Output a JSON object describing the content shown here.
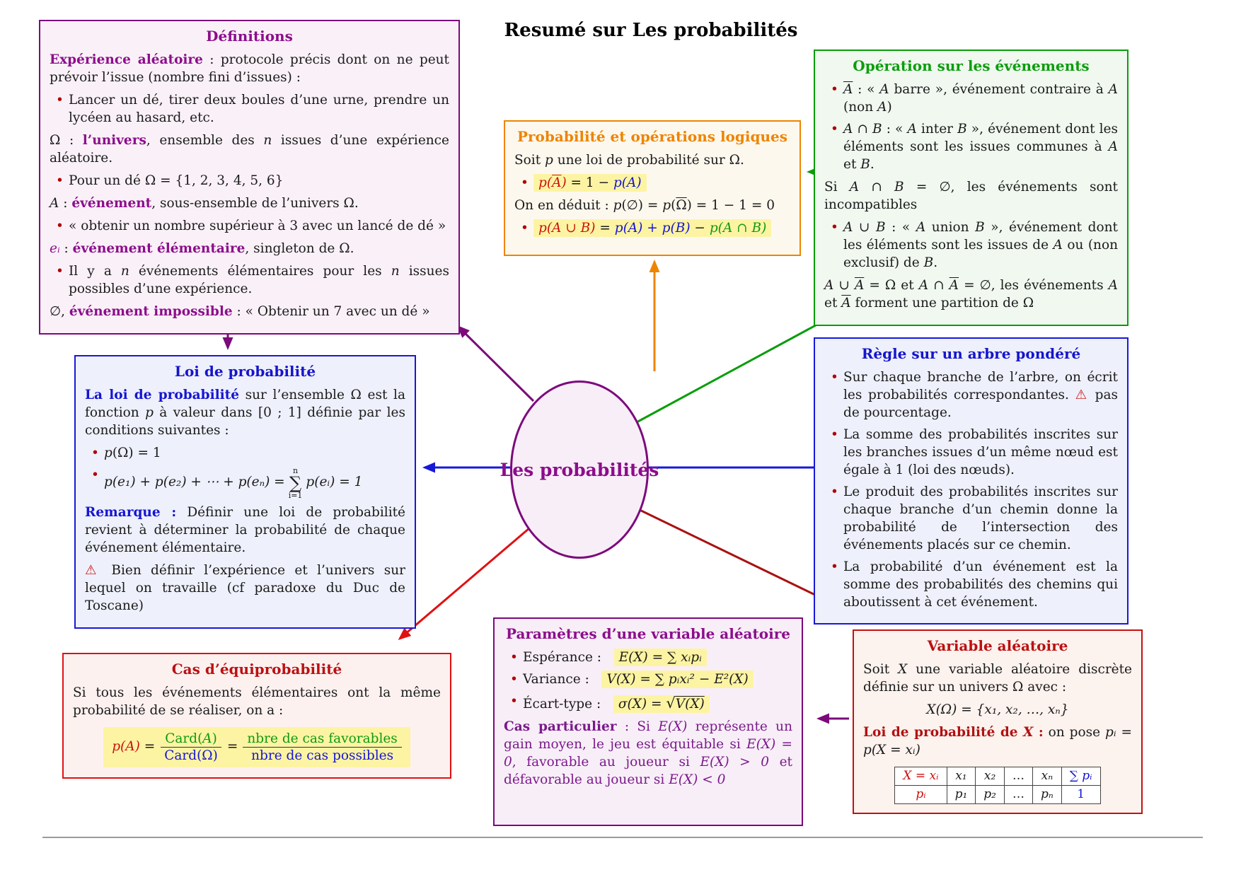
{
  "page": {
    "title": "Resumé sur Les  probabilités"
  },
  "center": {
    "label": "Les probabilités"
  },
  "colors": {
    "purple": "#8c0d8c",
    "orange": "#ee8400",
    "green": "#0a9d0a",
    "blue": "#1818d8",
    "red": "#e11111",
    "darkred": "#aa1111",
    "bullet": "#b00000",
    "highlight": "#fdf4a3"
  },
  "defs": {
    "title": "Définitions",
    "p1": [
      {
        "t": "Expérience aléatoire",
        "c": "b purple"
      },
      {
        "t": " : protocole précis dont on ne peut prévoir l’issue (nombre fini d’issues) :"
      }
    ],
    "li1": [
      {
        "t": "Lancer un dé, tirer deux boules d’une urne, prendre un lycéen au hasard, etc."
      }
    ],
    "p2": [
      {
        "t": "Ω : "
      },
      {
        "t": "l’univers",
        "c": "b purple"
      },
      {
        "t": ", ensemble des "
      },
      {
        "t": "n",
        "c": "i"
      },
      {
        "t": " issues d’une expérience aléatoire."
      }
    ],
    "li2": [
      {
        "t": "Pour un dé  Ω = {1, 2, 3, 4, 5, 6}"
      }
    ],
    "p3": [
      {
        "t": "A",
        "c": "i"
      },
      {
        "t": " : "
      },
      {
        "t": "événement",
        "c": "b purple"
      },
      {
        "t": ", sous-ensemble de l’univers Ω."
      }
    ],
    "li3": [
      {
        "t": "« obtenir un nombre supérieur à 3 avec un lancé de dé »"
      }
    ],
    "p4": [
      {
        "t": "eᵢ",
        "c": "i purple"
      },
      {
        "t": " : "
      },
      {
        "t": "événement élémentaire",
        "c": "b purple"
      },
      {
        "t": ", singleton de Ω."
      }
    ],
    "li4": [
      {
        "t": "Il y a "
      },
      {
        "t": "n",
        "c": "i"
      },
      {
        "t": " événements élémentaires pour les "
      },
      {
        "t": "n",
        "c": "i"
      },
      {
        "t": " issues possibles d’une expérience."
      }
    ],
    "p5": [
      {
        "t": "∅, "
      },
      {
        "t": "événement impossible",
        "c": "b purple"
      },
      {
        "t": " :  « Obtenir un 7 avec un dé »"
      }
    ]
  },
  "logic": {
    "title": "Probabilité et opérations logiques",
    "intro": [
      {
        "t": "Soit "
      },
      {
        "t": "p",
        "c": "i"
      },
      {
        "t": " une loi de probabilité sur Ω."
      }
    ],
    "f1": [
      {
        "t": "p(",
        "c": "red i"
      },
      {
        "t": "A",
        "c": "red i bar"
      },
      {
        "t": ")",
        "c": "red i"
      },
      {
        "t": " = 1 − "
      },
      {
        "t": "p(A)",
        "c": "blue i"
      }
    ],
    "deduit": [
      {
        "t": "On en déduit :  "
      },
      {
        "t": "p",
        "c": "i"
      },
      {
        "t": "(∅) = "
      },
      {
        "t": "p",
        "c": "i"
      },
      {
        "t": "("
      },
      {
        "t": "Ω",
        "c": "bar"
      },
      {
        "t": ") = 1 − 1 = 0"
      }
    ],
    "f2": [
      {
        "t": "p(A ∪ B)",
        "c": "red i"
      },
      {
        "t": " = "
      },
      {
        "t": "p(A) + p(B)",
        "c": "blue i"
      },
      {
        "t": " − "
      },
      {
        "t": "p(A ∩ B)",
        "c": "green i"
      }
    ]
  },
  "ops": {
    "title": "Opération sur les événements",
    "li1": [
      {
        "t": "A",
        "c": "i bar"
      },
      {
        "t": " : « "
      },
      {
        "t": "A",
        "c": "i"
      },
      {
        "t": " barre »,  événement contraire à "
      },
      {
        "t": "A",
        "c": "i"
      },
      {
        "t": " (non "
      },
      {
        "t": "A",
        "c": "i"
      },
      {
        "t": ")"
      }
    ],
    "li2": [
      {
        "t": "A ∩ B",
        "c": "i"
      },
      {
        "t": " : « "
      },
      {
        "t": "A",
        "c": "i"
      },
      {
        "t": " inter "
      },
      {
        "t": "B",
        "c": "i"
      },
      {
        "t": " »,  événement dont les éléments sont les issues communes à "
      },
      {
        "t": "A",
        "c": "i"
      },
      {
        "t": " et "
      },
      {
        "t": "B",
        "c": "i"
      },
      {
        "t": "."
      }
    ],
    "p1": [
      {
        "t": "Si  "
      },
      {
        "t": "A ∩ B",
        "c": "i"
      },
      {
        "t": " = ∅,  les événements sont incompatibles"
      }
    ],
    "li3": [
      {
        "t": "A ∪ B",
        "c": "i"
      },
      {
        "t": " : « "
      },
      {
        "t": "A",
        "c": "i"
      },
      {
        "t": " union "
      },
      {
        "t": "B",
        "c": "i"
      },
      {
        "t": " »,  événement dont les éléments sont les issues de "
      },
      {
        "t": "A",
        "c": "i"
      },
      {
        "t": " ou (non exclusif) de "
      },
      {
        "t": "B",
        "c": "i"
      },
      {
        "t": "."
      }
    ],
    "p2": [
      {
        "t": "A",
        "c": "i"
      },
      {
        "t": " ∪ "
      },
      {
        "t": "A",
        "c": "i bar"
      },
      {
        "t": " = Ω  et  "
      },
      {
        "t": "A",
        "c": "i"
      },
      {
        "t": " ∩ "
      },
      {
        "t": "A",
        "c": "i bar"
      },
      {
        "t": " = ∅,  les événements "
      },
      {
        "t": "A",
        "c": "i"
      },
      {
        "t": " et "
      },
      {
        "t": "A",
        "c": "i bar"
      },
      {
        "t": " forment une partition de Ω"
      }
    ]
  },
  "loi": {
    "title": "Loi de probabilité",
    "p1": [
      {
        "t": "La loi de probabilité",
        "c": "b blue"
      },
      {
        "t": " sur l’ensemble Ω est la fonction "
      },
      {
        "t": "p",
        "c": "i"
      },
      {
        "t": " à valeur dans [0 ; 1] définie par les conditions suivantes :"
      }
    ],
    "li1": [
      {
        "t": "p",
        "c": "i"
      },
      {
        "t": "(Ω) = 1"
      }
    ],
    "li2a": [
      {
        "t": "p(e₁) + p(e₂) + ⋯ + p(eₙ) = ",
        "c": "i"
      }
    ],
    "sum_top": "n",
    "sum_sym": "∑",
    "sum_bot": "i=1",
    "li2b": [
      {
        "t": "p(eᵢ) = 1",
        "c": "i"
      }
    ],
    "rem": [
      {
        "t": "Remarque :",
        "c": "b blue"
      },
      {
        "t": " Définir une loi de probabilité revient à déterminer la probabilité de chaque événement élémentaire."
      }
    ],
    "warn": [
      {
        "t": "⚠ ",
        "c": "warn"
      },
      {
        "t": "Bien définir l’expérience et l’univers sur lequel on travaille (cf paradoxe du Duc de Toscane)"
      }
    ]
  },
  "tree": {
    "title": "Règle sur un arbre pondéré",
    "li1": [
      {
        "t": "Sur chaque branche de l’arbre, on écrit les probabilités correspondantes. "
      },
      {
        "t": "⚠",
        "c": "warn"
      },
      {
        "t": "  pas de pourcentage."
      }
    ],
    "li2": [
      {
        "t": "La somme des probabilités inscrites sur les branches issues d’un même nœud est égale à 1 (loi des nœuds)."
      }
    ],
    "li3": [
      {
        "t": "Le produit des probabilités inscrites sur chaque branche d’un chemin donne la probabilité de l’intersection des événements placés sur ce chemin."
      }
    ],
    "li4": [
      {
        "t": "La probabilité d’un événement est la somme des probabilités des chemins qui aboutissent à cet événement."
      }
    ]
  },
  "equi": {
    "title": "Cas d’équiprobabilité",
    "p1": [
      {
        "t": "Si tous les événements élémentaires ont la même probabilité de se réaliser, on a :"
      }
    ],
    "lead": [
      {
        "t": "p(A)",
        "c": "red i"
      },
      {
        "t": " = "
      }
    ],
    "f1num": [
      {
        "t": "Card(",
        "c": "green"
      },
      {
        "t": "A",
        "c": "green i"
      },
      {
        "t": ")",
        "c": "green"
      }
    ],
    "f1den": [
      {
        "t": "Card(Ω)",
        "c": "blue"
      }
    ],
    "eq": [
      {
        "t": "="
      }
    ],
    "f2num": [
      {
        "t": "nbre de cas favorables",
        "c": "green"
      }
    ],
    "f2den": [
      {
        "t": "nbre de cas possibles",
        "c": "blue"
      }
    ]
  },
  "params": {
    "title": "Paramètres d’une variable aléatoire",
    "l1": "Espérance :",
    "f1": [
      {
        "t": "E(X) = ∑ xᵢpᵢ",
        "c": "i"
      }
    ],
    "l2": "Variance :",
    "f2": [
      {
        "t": "V(X) = ∑ pᵢxᵢ² − E²(X)",
        "c": "i"
      }
    ],
    "l3": "Écart-type :",
    "f3a": [
      {
        "t": "σ(X) = ",
        "c": "i"
      }
    ],
    "sqrt_sym": "√",
    "sqrt_body": "V(X)",
    "cas": [
      {
        "t": "Cas particulier",
        "c": "b vpurple"
      },
      {
        "t": " : Si ",
        "c": "vpurple"
      },
      {
        "t": "E(X)",
        "c": "vpurple i"
      },
      {
        "t": " représente un gain moyen, le jeu est équitable si ",
        "c": "vpurple"
      },
      {
        "t": "E(X) = 0",
        "c": "vpurple i"
      },
      {
        "t": ", favorable au joueur si ",
        "c": "vpurple"
      },
      {
        "t": "E(X) > 0",
        "c": "vpurple i"
      },
      {
        "t": "  et défavorable au joueur si ",
        "c": "vpurple"
      },
      {
        "t": "E(X) < 0",
        "c": "vpurple i"
      }
    ]
  },
  "va": {
    "title": "Variable aléatoire",
    "p1": [
      {
        "t": "Soit "
      },
      {
        "t": "X",
        "c": "i"
      },
      {
        "t": " une variable aléatoire discrète définie sur un univers Ω avec :"
      }
    ],
    "f1": [
      {
        "t": "X(Ω) = {x₁, x₂, …, xₙ}",
        "c": "i"
      }
    ],
    "p2": [
      {
        "t": "Loi de probabilité de ",
        "c": "b darkred"
      },
      {
        "t": "X",
        "c": "b darkred i"
      },
      {
        "t": " :",
        "c": "b darkred"
      },
      {
        "t": "  on pose "
      },
      {
        "t": "pᵢ = p(X = xᵢ)",
        "c": "i"
      }
    ],
    "table": {
      "h": [
        [
          {
            "t": "X = xᵢ",
            "c": "red i"
          }
        ],
        [
          {
            "t": "x₁",
            "c": "i"
          }
        ],
        [
          {
            "t": "x₂",
            "c": "i"
          }
        ],
        [
          {
            "t": "…"
          }
        ],
        [
          {
            "t": "xₙ",
            "c": "i"
          }
        ],
        [
          {
            "t": "∑ pᵢ",
            "c": "blue i"
          }
        ]
      ],
      "r": [
        [
          {
            "t": "pᵢ",
            "c": "red i"
          }
        ],
        [
          {
            "t": "p₁",
            "c": "i"
          }
        ],
        [
          {
            "t": "p₂",
            "c": "i"
          }
        ],
        [
          {
            "t": "…"
          }
        ],
        [
          {
            "t": "pₙ",
            "c": "i"
          }
        ],
        [
          {
            "t": "1",
            "c": "blue"
          }
        ]
      ]
    }
  }
}
